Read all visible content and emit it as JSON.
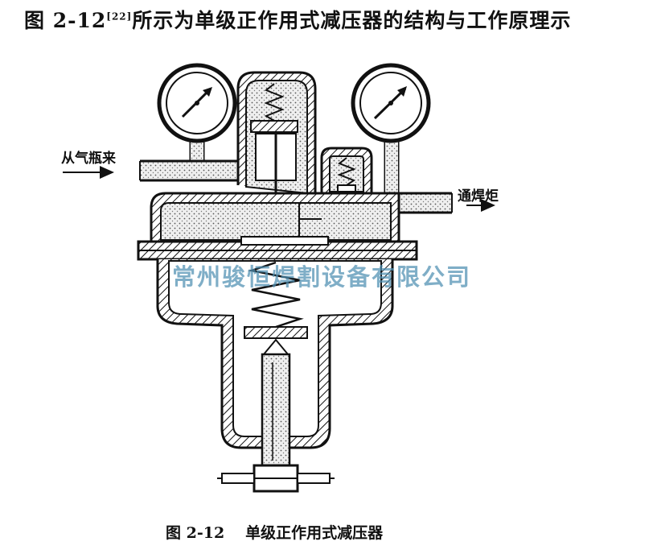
{
  "header": {
    "text_before_ref": "图 2-12",
    "reference": "[22]",
    "text_after_ref": "所示为单级正作用式减压器的结构与工作原理示"
  },
  "labels": {
    "inlet": "从气瓶来",
    "outlet": "通焊炬"
  },
  "watermark": "常州骏恒焊割设备有限公司",
  "caption": {
    "number": "图 2-12",
    "text": "单级正作用式减压器"
  },
  "colors": {
    "ink": "#111111",
    "gas_fill": "#d9d9d9",
    "watermark": "#4f8fb2"
  }
}
